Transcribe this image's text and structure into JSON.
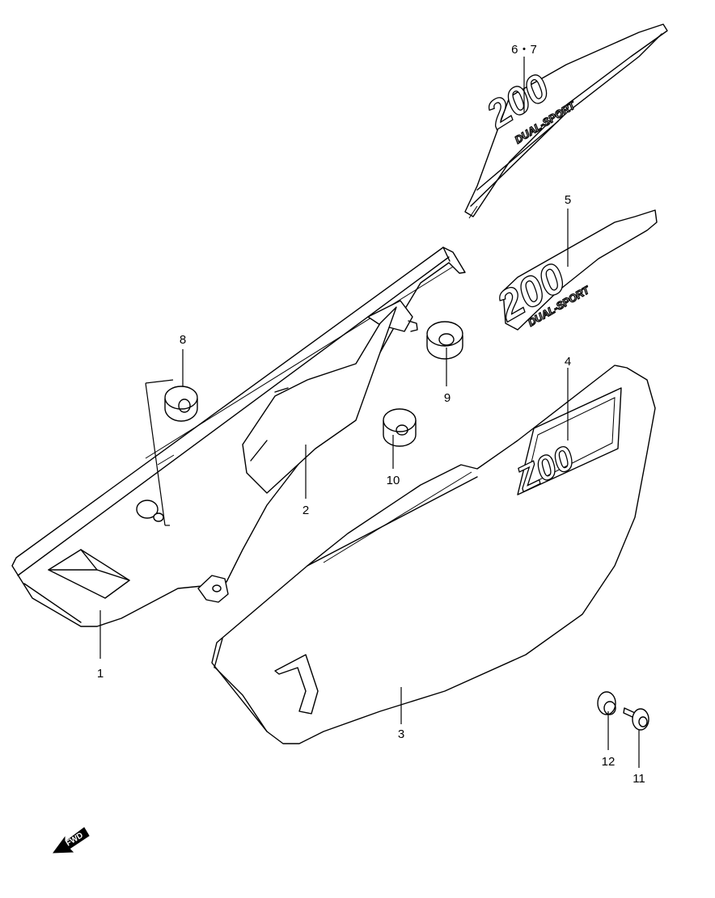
{
  "callouts": {
    "part_1": "1",
    "part_2": "2",
    "part_3": "3",
    "part_4": "4",
    "part_5": "5",
    "part_6_7": "6・7",
    "part_8": "8",
    "part_9": "9",
    "part_10": "10",
    "part_11": "11",
    "part_12": "12"
  },
  "decals": {
    "model_number": "200",
    "model_number_short": "Z00",
    "model_name": "DUAL-SPORT"
  },
  "direction": {
    "label": "FWD",
    "icon": "forward-arrow-icon"
  }
}
